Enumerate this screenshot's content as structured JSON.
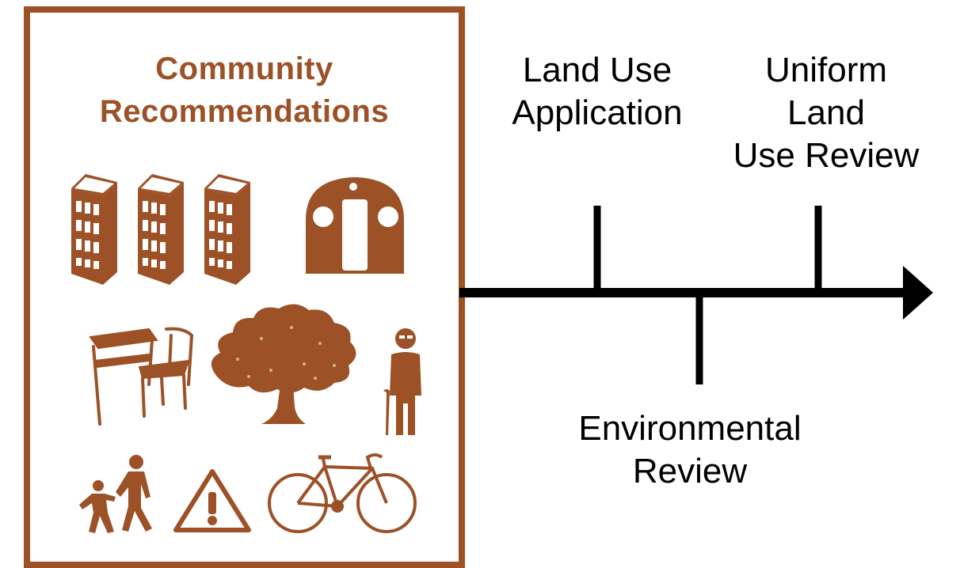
{
  "panel": {
    "title_line1": "Community",
    "title_line2": "Recommendations",
    "accent_color": "#9c5127",
    "icons": [
      "buildings-icon",
      "subway-train-icon",
      "school-desk-icon",
      "tree-icon",
      "elderly-person-icon",
      "pedestrians-icon",
      "warning-sign-icon",
      "bicycle-icon"
    ]
  },
  "timeline": {
    "events": [
      {
        "id": "land-use-application",
        "lines": [
          "Land Use",
          "Application"
        ],
        "side": "above"
      },
      {
        "id": "environmental-review",
        "lines": [
          "Environmental",
          "Review"
        ],
        "side": "below"
      },
      {
        "id": "ulurp",
        "lines": [
          "Uniform",
          "Land",
          "Use Review"
        ],
        "side": "above"
      }
    ]
  }
}
